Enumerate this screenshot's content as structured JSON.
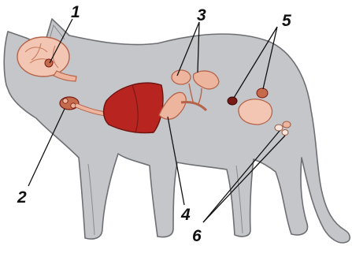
{
  "diagram": {
    "labels": [
      {
        "id": "1",
        "text": "1"
      },
      {
        "id": "2",
        "text": "2"
      },
      {
        "id": "3",
        "text": "3"
      },
      {
        "id": "4",
        "text": "4"
      },
      {
        "id": "5",
        "text": "5"
      },
      {
        "id": "6",
        "text": "6"
      }
    ],
    "colors": {
      "background": "#ffffff",
      "body_fill": "#c5c6c9",
      "body_stroke": "#6e6f73",
      "brain": "#f2c6b2",
      "heart": "#b82420",
      "gland_light": "#eeb59e",
      "gland_dark": "#c56a4a",
      "small_dark": "#7a1a14",
      "label": "#111111"
    }
  }
}
